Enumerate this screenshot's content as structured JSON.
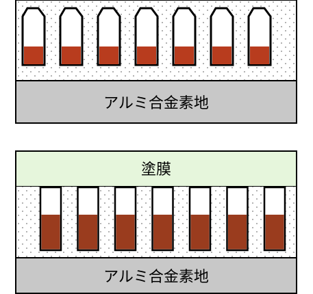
{
  "top_panel": {
    "substrate_label": "アルミ合金素地",
    "pore_count": 7
  },
  "bottom_panel": {
    "coating_label": "塗膜",
    "substrate_label": "アルミ合金素地",
    "pore_count": 7
  },
  "colors": {
    "substrate": "#c8c8c8",
    "coating": "#e6f6dc",
    "oxide_layer_fill": "#ffffff",
    "oxide_dots": "#999999",
    "pore_fill_top": "#b83c1e",
    "pore_fill_bottom": "#9a3c1e",
    "pore_stroke": "#000000",
    "border": "#000000"
  }
}
